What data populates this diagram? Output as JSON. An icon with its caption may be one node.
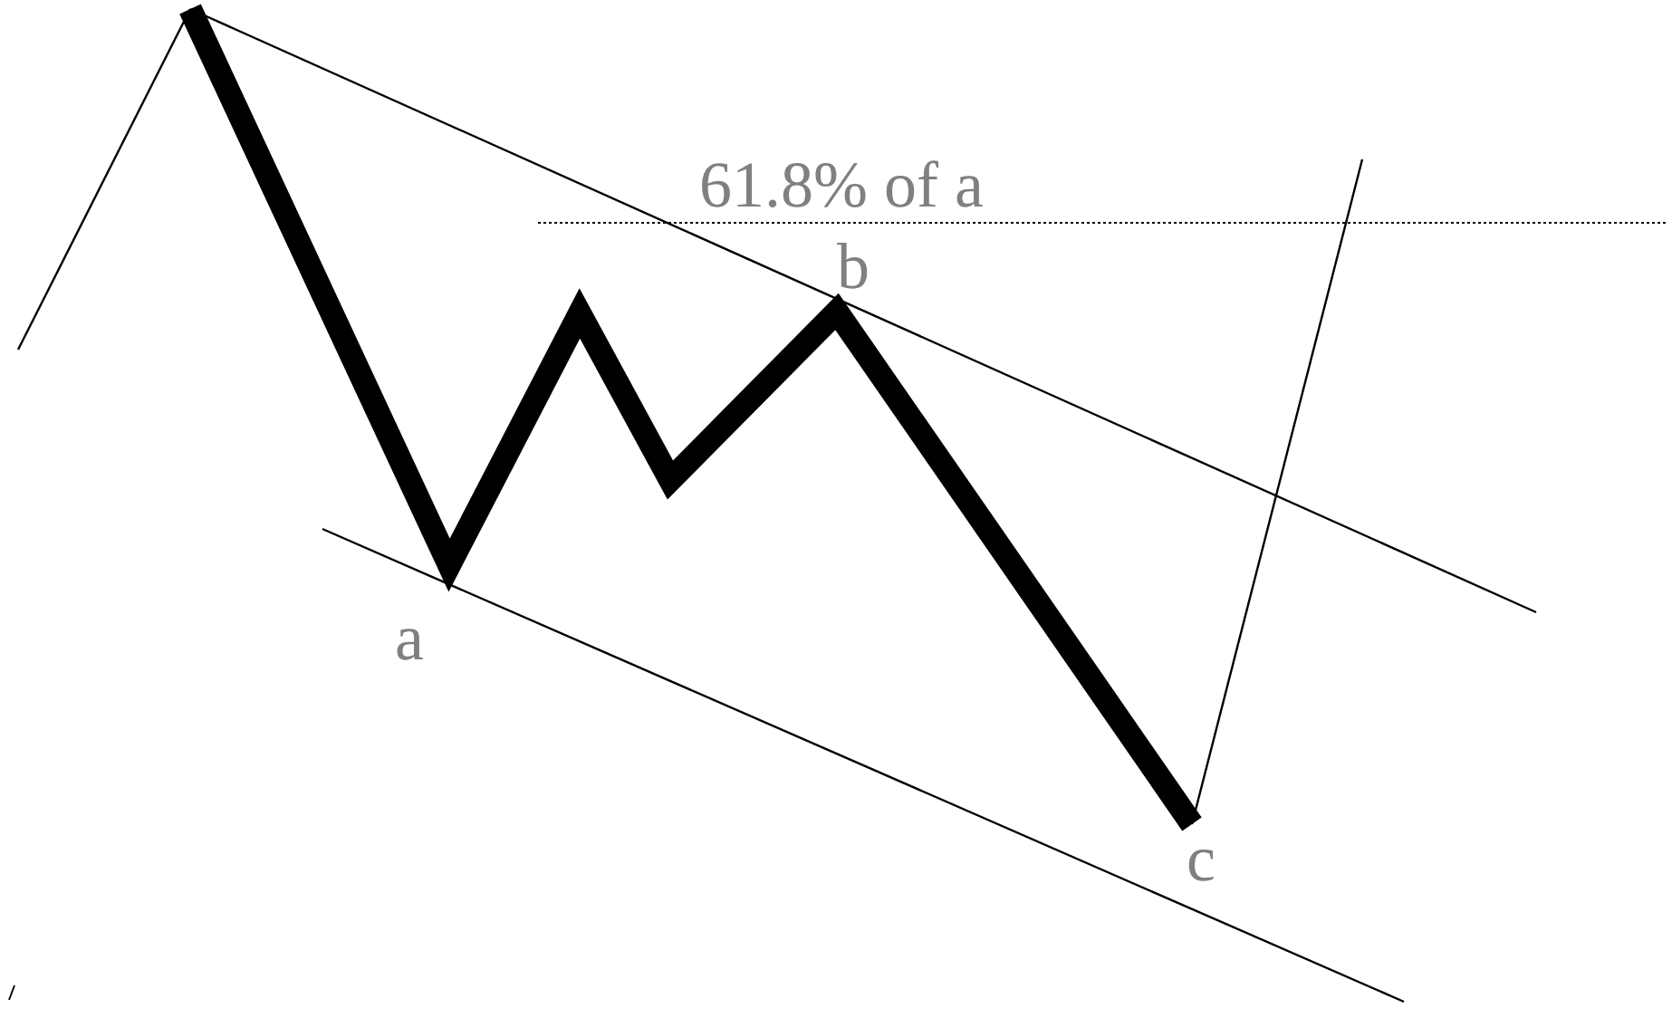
{
  "diagram": {
    "labels": [
      "61.8% of a",
      "b",
      "a",
      "c"
    ]
  }
}
